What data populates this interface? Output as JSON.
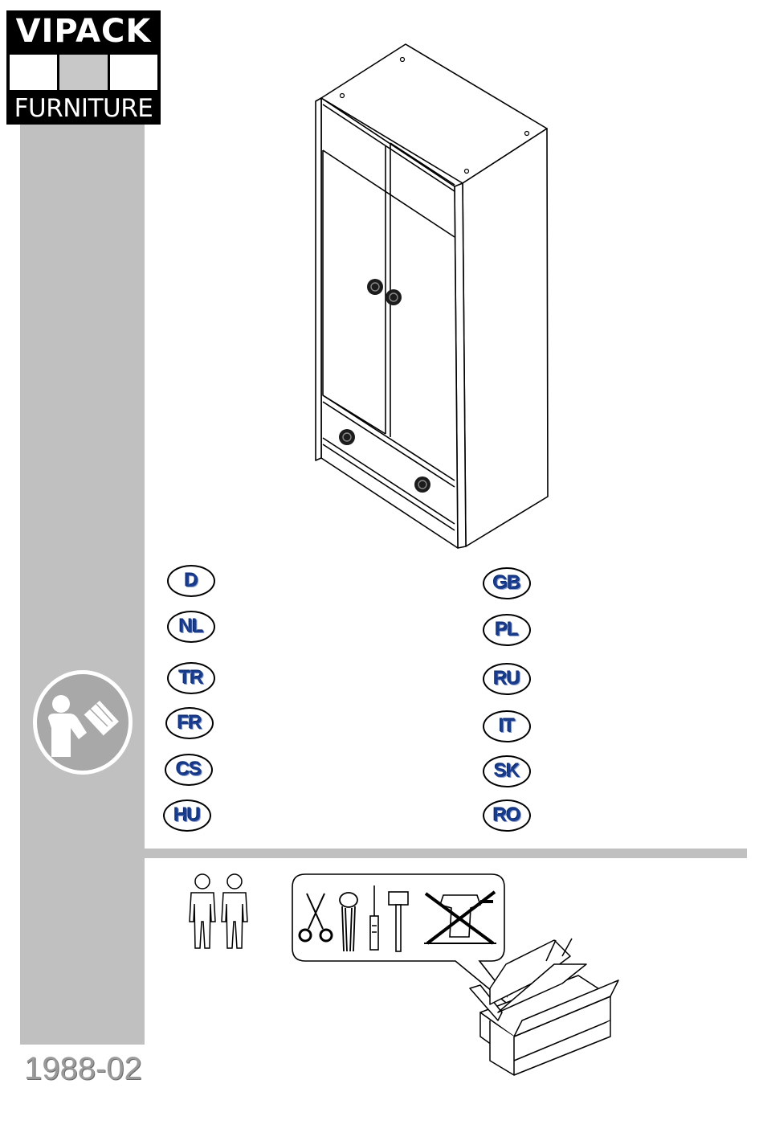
{
  "brand": {
    "name_top": "VIPACK",
    "name_bottom": "FURNITURE"
  },
  "languages": {
    "left": [
      "D",
      "NL",
      "TR",
      "FR",
      "CS",
      "HU"
    ],
    "right": [
      "GB",
      "PL",
      "RU",
      "IT",
      "SK",
      "RO"
    ]
  },
  "icons": {
    "instructions": "read-instructions-icon",
    "persons": "two-persons-icon",
    "tools": [
      "scissors-icon",
      "pincers-icon",
      "screwdriver-icon",
      "hammer-icon",
      "no-power-drill-icon"
    ],
    "toolbox": "toolbox-icon",
    "product": "wardrobe-drawing"
  },
  "colors": {
    "band": "#c0c0c0",
    "language_text": "#1a3c8c",
    "code_text": "#9a9a9a"
  },
  "document": {
    "code": "1988-02"
  }
}
